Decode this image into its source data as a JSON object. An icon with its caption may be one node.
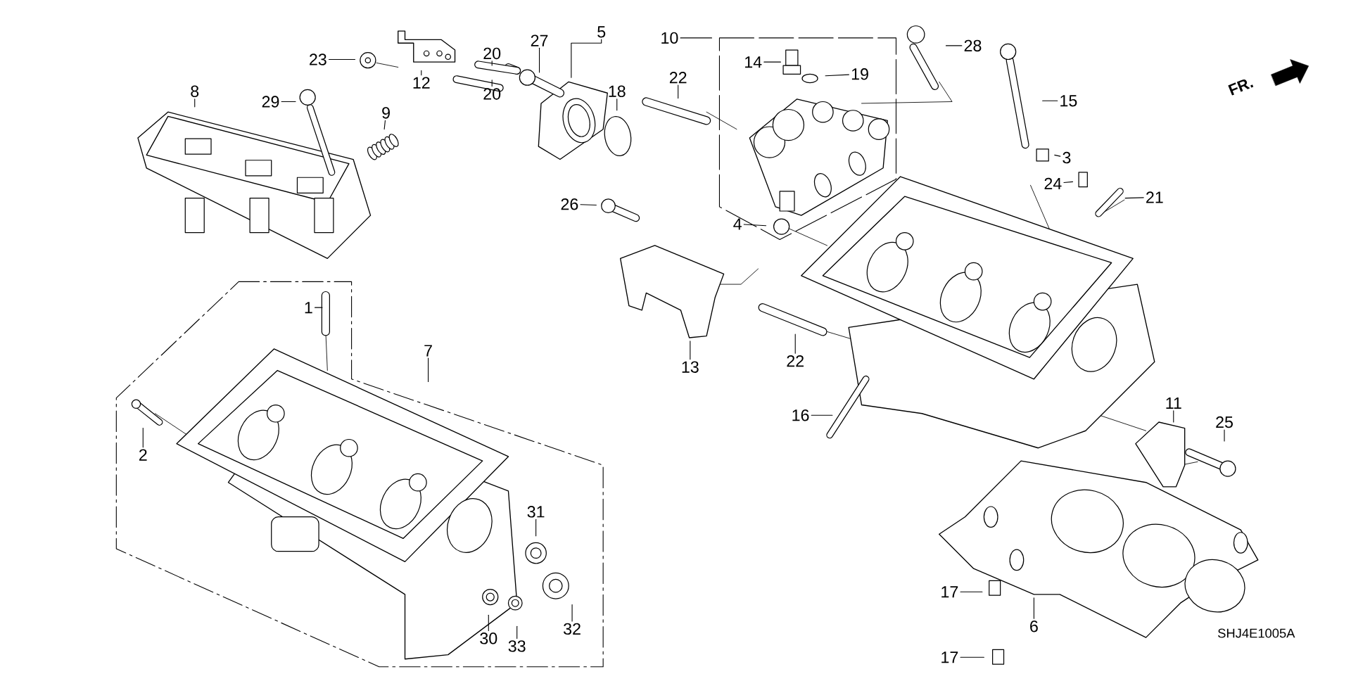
{
  "diagram": {
    "nodes": [
      {
        "text": [
          "5"
        ]
      },
      {
        "text": [
          "10"
        ]
      },
      {
        "text": [
          "27"
        ]
      },
      {
        "text": [
          "28"
        ]
      },
      {
        "text": [
          "14"
        ]
      },
      {
        "text": [
          "20"
        ]
      },
      {
        "text": [
          "23"
        ]
      },
      {
        "text": [
          "19"
        ]
      },
      {
        "text": [
          "22"
        ]
      },
      {
        "text": [
          "12"
        ]
      },
      {
        "text": [
          "8"
        ]
      },
      {
        "text": [
          "18"
        ]
      },
      {
        "text": [
          "20"
        ]
      },
      {
        "text": [
          "15"
        ]
      },
      {
        "text": [
          "29"
        ]
      },
      {
        "text": [
          "9"
        ]
      },
      {
        "text": [
          "3"
        ]
      },
      {
        "text": [
          "24"
        ]
      },
      {
        "text": [
          "21"
        ]
      },
      {
        "text": [
          "26"
        ]
      },
      {
        "text": [
          "4"
        ]
      },
      {
        "text": [
          "1"
        ]
      },
      {
        "text": [
          "7"
        ]
      },
      {
        "text": [
          "22"
        ]
      },
      {
        "text": [
          "13"
        ]
      },
      {
        "text": [
          "11"
        ]
      },
      {
        "text": [
          "16"
        ]
      },
      {
        "text": [
          "25"
        ]
      },
      {
        "text": [
          "2"
        ]
      },
      {
        "text": [
          "31"
        ]
      },
      {
        "text": [
          "17"
        ]
      },
      {
        "text": [
          "6"
        ]
      },
      {
        "text": [
          "32"
        ]
      },
      {
        "text": [
          "30"
        ]
      },
      {
        "text": [
          "33"
        ]
      },
      {
        "text": [
          "17"
        ]
      }
    ],
    "edges": [
      {
        "from": 0,
        "to": null,
        "arrow": "none"
      },
      {
        "from": 1,
        "to": null,
        "arrow": "none"
      },
      {
        "from": 2,
        "to": null,
        "arrow": "none"
      },
      {
        "from": 3,
        "to": null,
        "arrow": "none"
      },
      {
        "from": 4,
        "to": null,
        "arrow": "none"
      },
      {
        "from": 5,
        "to": null,
        "arrow": "none"
      },
      {
        "from": 6,
        "to": null,
        "arrow": "none"
      },
      {
        "from": 7,
        "to": null,
        "arrow": "none"
      },
      {
        "from": 8,
        "to": null,
        "arrow": "none"
      },
      {
        "from": 9,
        "to": null,
        "arrow": "none"
      },
      {
        "from": 10,
        "to": null,
        "arrow": "none"
      },
      {
        "from": 11,
        "to": null,
        "arrow": "none"
      },
      {
        "from": 12,
        "to": null,
        "arrow": "none"
      },
      {
        "from": 13,
        "to": null,
        "arrow": "none"
      },
      {
        "from": 14,
        "to": null,
        "arrow": "none"
      },
      {
        "from": 15,
        "to": null,
        "arrow": "none"
      },
      {
        "from": 16,
        "to": null,
        "arrow": "none"
      },
      {
        "from": 17,
        "to": null,
        "arrow": "none"
      },
      {
        "from": 18,
        "to": null,
        "arrow": "none"
      },
      {
        "from": 19,
        "to": null,
        "arrow": "none"
      },
      {
        "from": 20,
        "to": null,
        "arrow": "none"
      },
      {
        "from": 21,
        "to": null,
        "arrow": "none"
      },
      {
        "from": 22,
        "to": null,
        "arrow": "none"
      },
      {
        "from": 23,
        "to": null,
        "arrow": "none"
      },
      {
        "from": 24,
        "to": null,
        "arrow": "none"
      },
      {
        "from": 25,
        "to": null,
        "arrow": "none"
      },
      {
        "from": 26,
        "to": null,
        "arrow": "none"
      },
      {
        "from": 27,
        "to": null,
        "arrow": "none"
      },
      {
        "from": 28,
        "to": null,
        "arrow": "none"
      },
      {
        "from": 29,
        "to": null,
        "arrow": "none"
      },
      {
        "from": 30,
        "to": null,
        "arrow": "none"
      },
      {
        "from": 31,
        "to": null,
        "arrow": "none"
      },
      {
        "from": 32,
        "to": null,
        "arrow": "none"
      },
      {
        "from": 33,
        "to": null,
        "arrow": "none"
      },
      {
        "from": 34,
        "to": null,
        "arrow": "none"
      },
      {
        "from": 35,
        "to": null,
        "arrow": "none"
      }
    ],
    "labels": [
      "FR.",
      "SHJ4E1005A"
    ]
  }
}
